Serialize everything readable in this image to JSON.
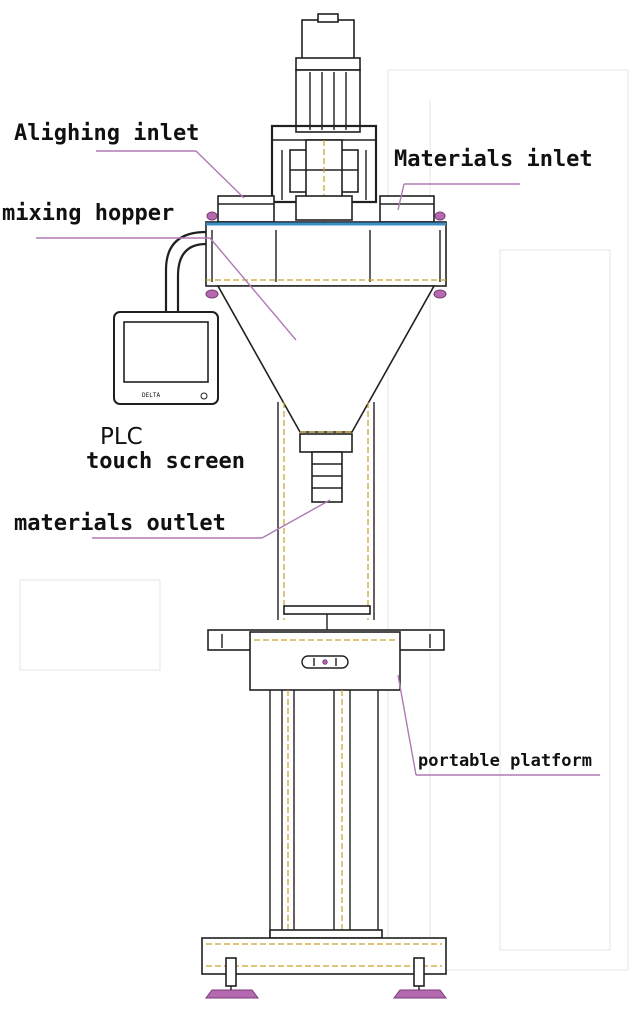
{
  "labels": {
    "aligning_inlet": "Alighing inlet",
    "materials_inlet": "Materials inlet",
    "mixing_hopper": "mixing hopper",
    "plc_line1": "PLC",
    "plc_line2": "touch screen",
    "materials_outlet": "materials outlet",
    "portable_platform": "portable platform"
  },
  "colors": {
    "leader_line": "#b07ab5",
    "outline": "#202020",
    "accent_dash": "#c9a227",
    "fastener": "#b469b0"
  }
}
